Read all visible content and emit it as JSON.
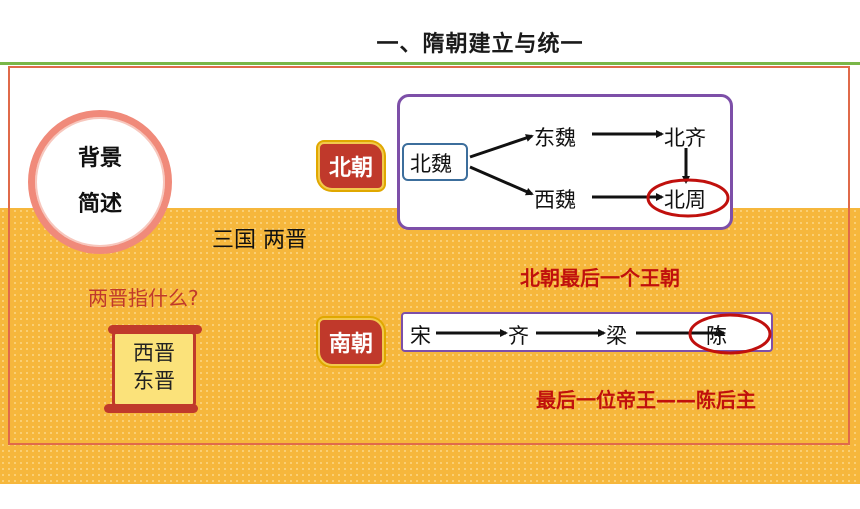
{
  "title": "一、隋朝建立与统一",
  "background_label": {
    "line1": "背景",
    "line2": "简述"
  },
  "three_states_text": "三国  两晋",
  "question": "两晋指什么?",
  "scroll": {
    "line1": "西晋",
    "line2": "东晋"
  },
  "north": {
    "banner": "北朝",
    "nodes": {
      "beiwei": "北魏",
      "dongwei": "东魏",
      "xiwei": "西魏",
      "beiqi": "北齐",
      "beizhou": "北周"
    },
    "last_dynasty_note": "北朝最后一个王朝"
  },
  "south": {
    "banner": "南朝",
    "nodes": {
      "song": "宋",
      "qi": "齐",
      "liang": "梁",
      "chen": "陈"
    },
    "last_emperor_note": "最后一位帝王——陈后主"
  },
  "colors": {
    "accent_red": "#c0100d",
    "frame_purple": "#7d4fa8",
    "band_orange": "#f6b73c",
    "title_line_green": "#7ab648"
  }
}
